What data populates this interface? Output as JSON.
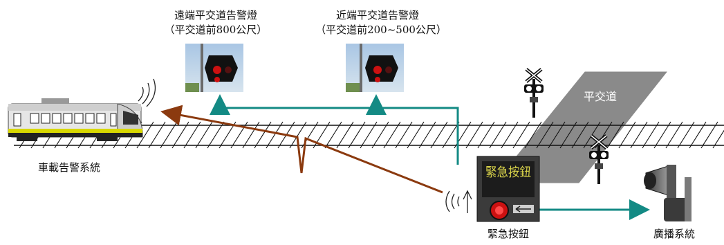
{
  "far_signal": {
    "title": "遠端平交道告警燈",
    "subtitle": "（平交道前800公尺）"
  },
  "near_signal": {
    "title": "近端平交道告警燈",
    "subtitle": "（平交道前200~500公尺）"
  },
  "crossing": {
    "label": "平交道"
  },
  "train": {
    "label": "車載告警系統"
  },
  "emergency_button": {
    "label": "緊急按鈕",
    "panel_text": "緊急按鈕"
  },
  "broadcast": {
    "label": "廣播系統"
  },
  "colors": {
    "radio_link": "#8b3a0f",
    "wired_link": "#138a84",
    "train_stripe": "#d8d800",
    "crossing": "#8a8a8a",
    "signal_red": "#cc1111"
  },
  "icons": [
    "train-icon",
    "signal-light-icon",
    "crossbuck-icon",
    "emergency-button-panel-icon",
    "loudspeaker-icon",
    "antenna-icon"
  ]
}
